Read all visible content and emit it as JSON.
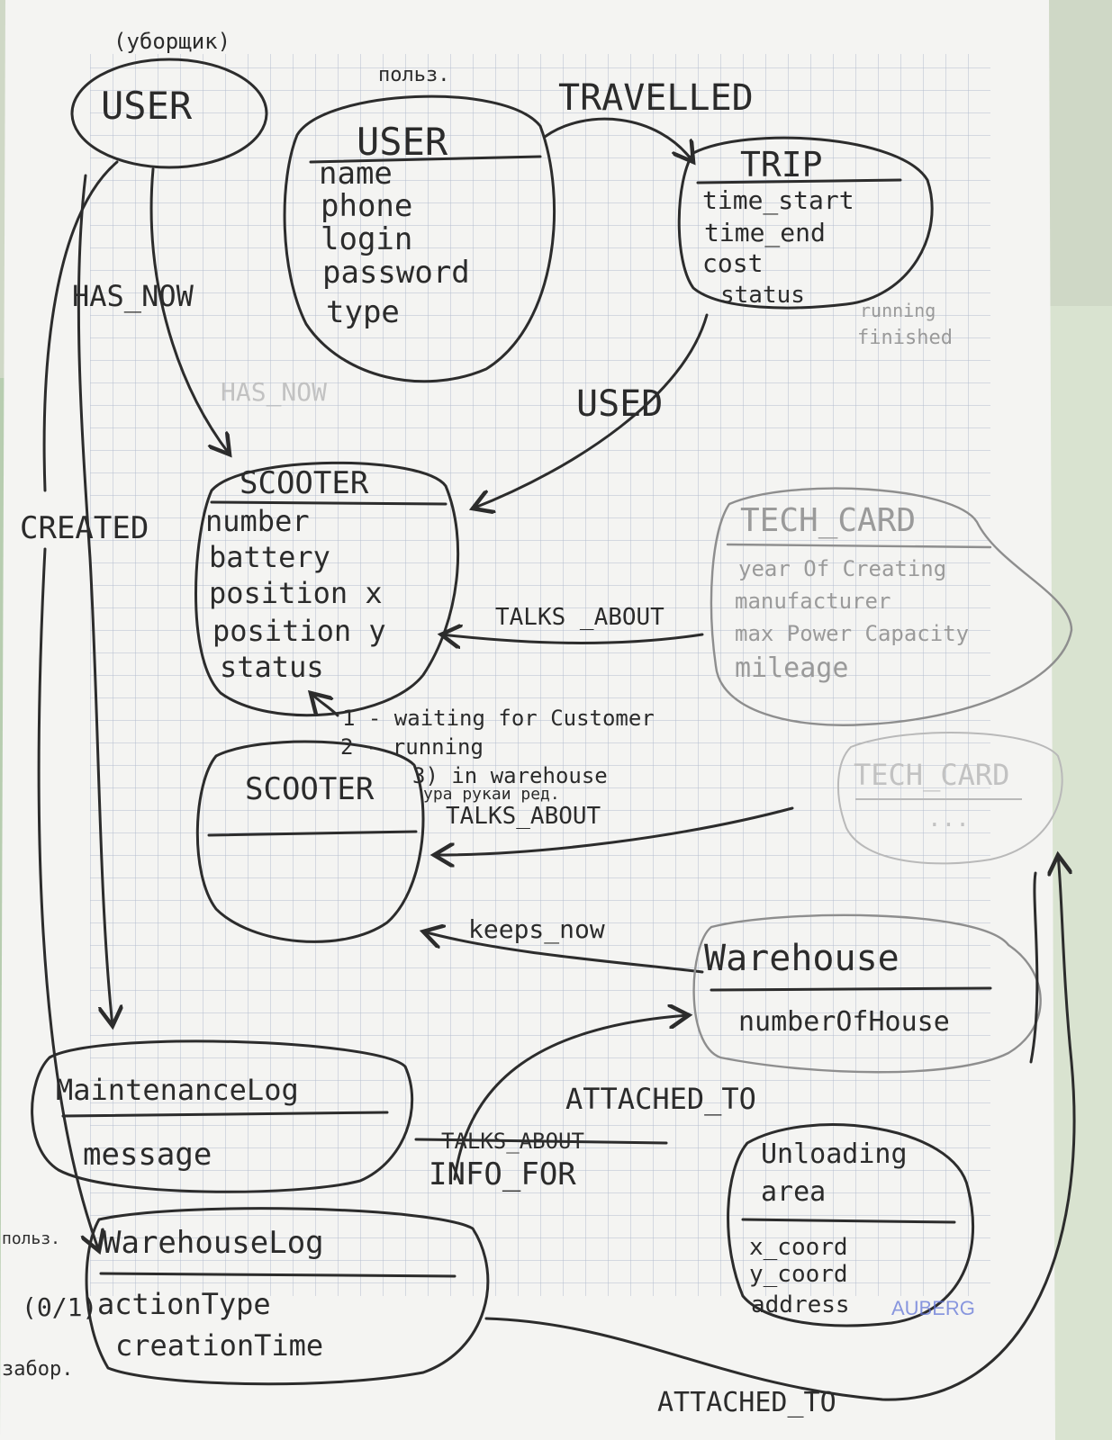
{
  "colors": {
    "paper": "#f4f4f2",
    "grid": "#a7b3c8",
    "ink": "#2c2c2c",
    "faint": "#9a9a9a",
    "watermark": "#5b6fd6"
  },
  "header": {
    "note_top_left": "(уборщик)",
    "note_top_mid": "польз."
  },
  "nodes": {
    "user_cleaner": {
      "title": "USER"
    },
    "user_main": {
      "title": "USER",
      "fields": [
        "name",
        "phone",
        "login",
        "password",
        "type"
      ]
    },
    "trip": {
      "title": "TRIP",
      "fields": [
        "time_start",
        "time_end",
        "cost",
        "status"
      ],
      "status_values": [
        "running",
        "finished"
      ]
    },
    "scooter_main": {
      "title": "SCOOTER",
      "fields": [
        "number",
        "battery",
        "position x",
        "position y",
        "status"
      ]
    },
    "scooter_second": {
      "title": "SCOOTER"
    },
    "tech_card": {
      "title": "TECH_CARD",
      "fields": [
        "year Of Creating",
        "manufacturer",
        "max Power Capacity",
        "mileage"
      ]
    },
    "tech_card_second": {
      "title": "TECH_CARD",
      "fields": [
        "..."
      ]
    },
    "warehouse": {
      "title": "Warehouse",
      "fields": [
        "numberOfHouse"
      ]
    },
    "maintenance_log": {
      "title": "MaintenanceLog",
      "fields": [
        "message"
      ]
    },
    "warehouse_log": {
      "title": "WarehouseLog",
      "fields": [
        "actionType",
        "creationTime"
      ]
    },
    "unloading_area": {
      "title": "Unloading area",
      "fields": [
        "x_coord",
        "y_coord",
        "address"
      ]
    }
  },
  "edges": {
    "travelled": "TRAVELLED",
    "has_now": "HAS_NOW",
    "has_now_erased": "HAS_NOW",
    "used": "USED",
    "created": "CREATED",
    "talks_about_1": "TALKS _ABOUT",
    "talks_about_2": "TALKS_ABOUT",
    "keeps_now": "keeps_now",
    "attached_to_1": "ATTACHED_TO",
    "attached_to_2": "ATTACHED_TO",
    "talks_about_crossed": "TALKS_ABOUT",
    "info_for": "INFO_FOR"
  },
  "status_notes": [
    "1 - waiting for Customer",
    "2 - running",
    "3) in warehouse",
    "ура рукаи ред."
  ],
  "margin_notes": {
    "ponop": "польз.",
    "zero_one": "(0/1)",
    "zabor": "забор."
  },
  "watermark": "AUBERG"
}
